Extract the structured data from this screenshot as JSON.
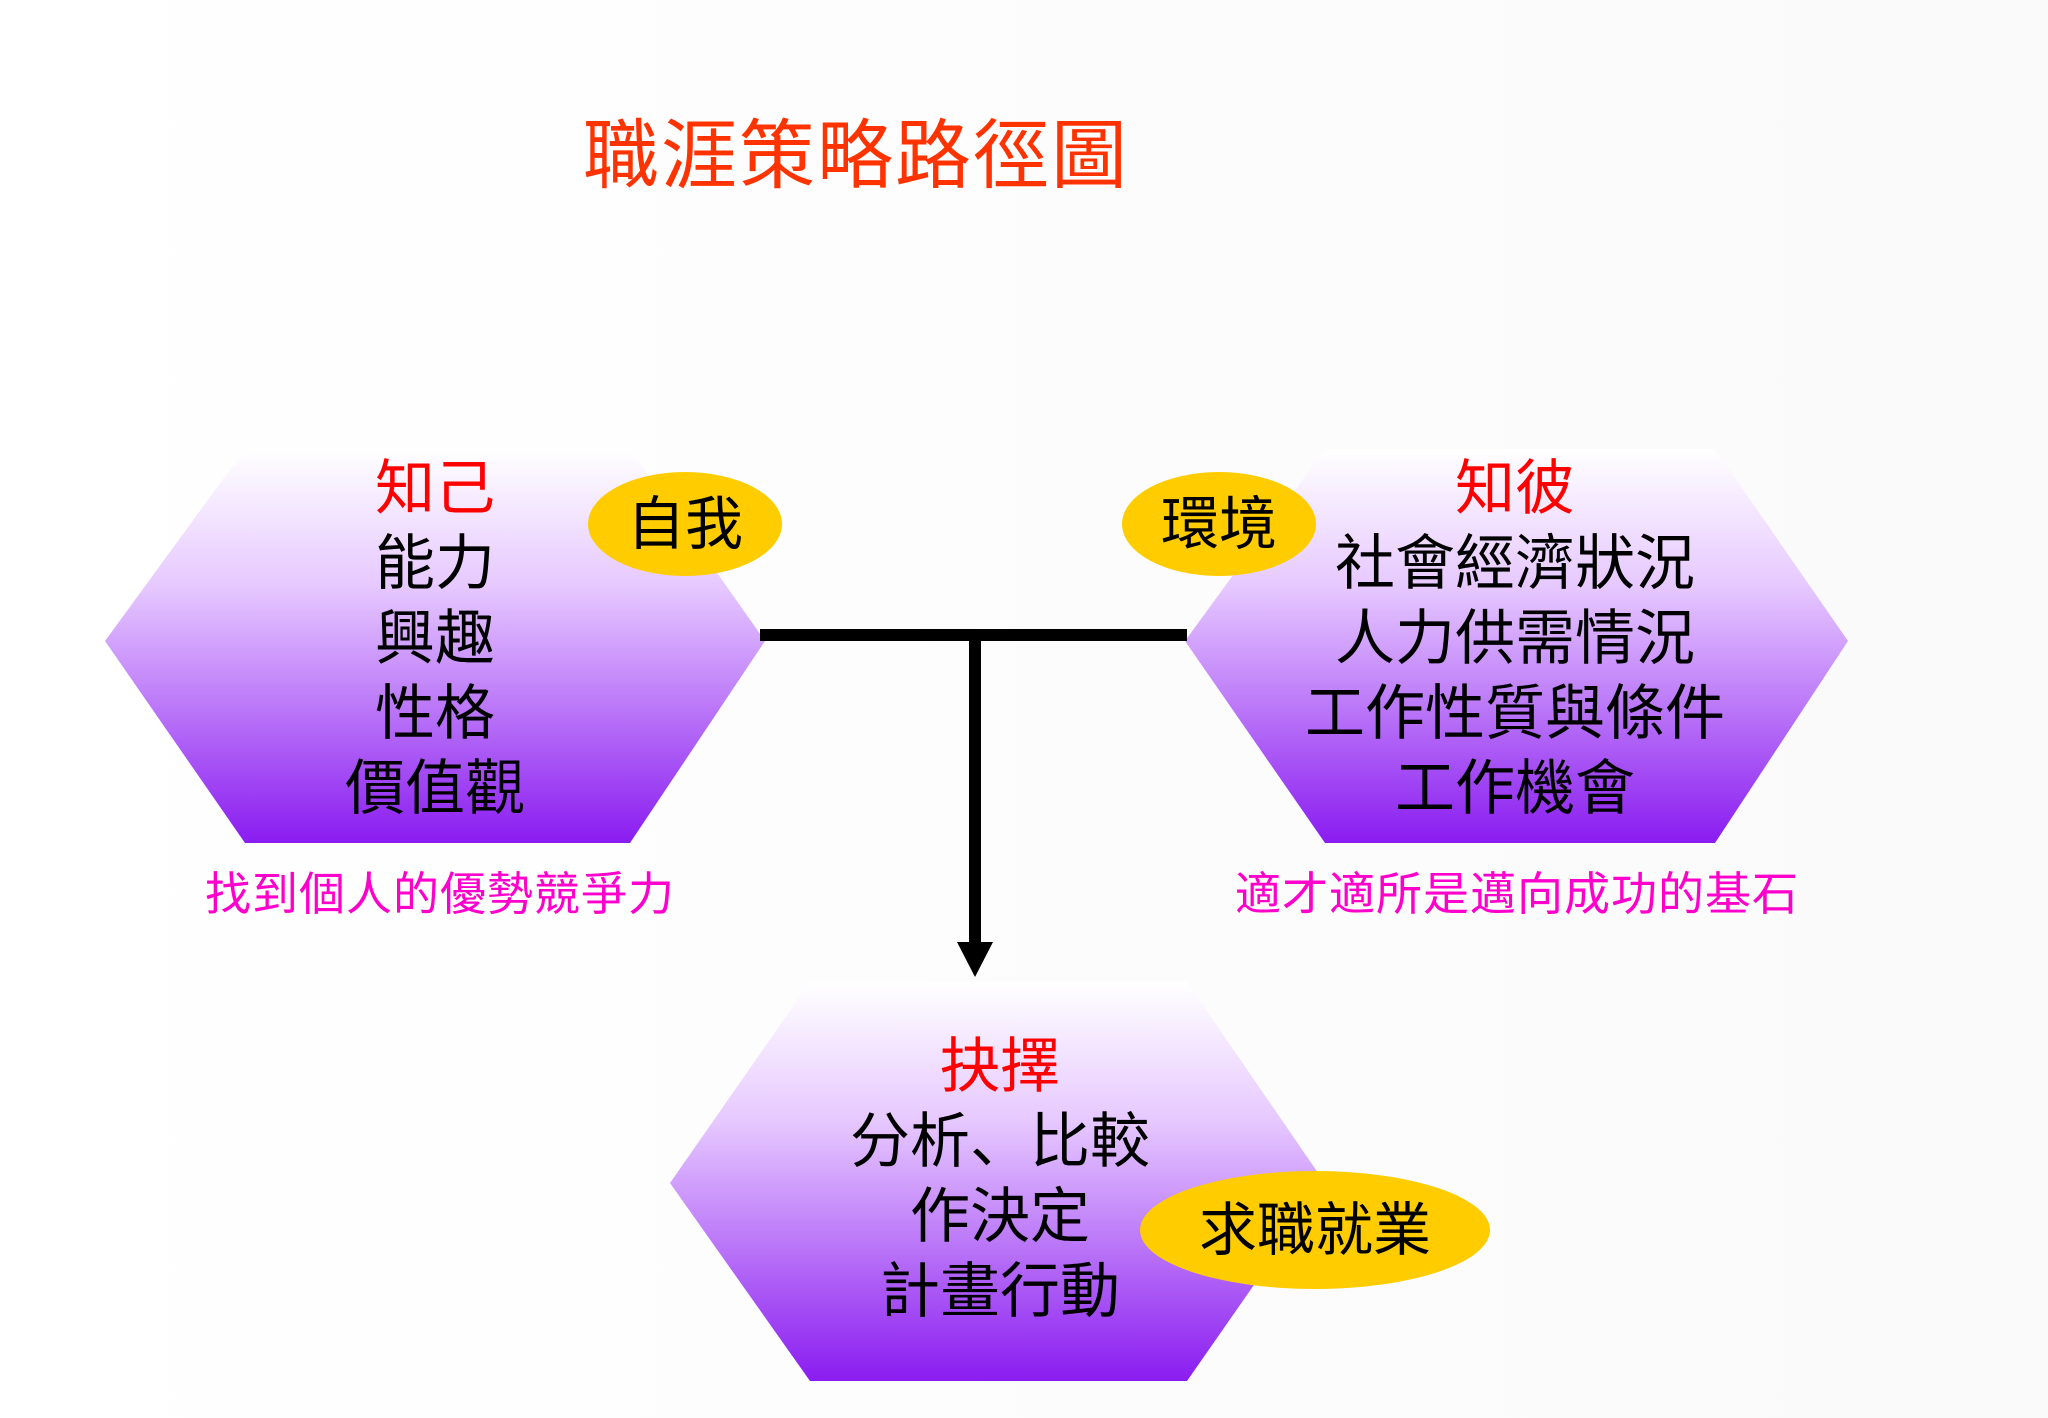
{
  "title": "職涯策略路徑圖",
  "colors": {
    "title": "#ff3300",
    "heading": "#ff0000",
    "caption": "#ff00cc",
    "hexagon_top": "#ffffff",
    "hexagon_bottom": "#8a1cf0",
    "oval": "#ffcc00",
    "connector": "#000000"
  },
  "self_node": {
    "heading": "知己",
    "items": [
      "能力",
      "興趣",
      "性格",
      "價值觀"
    ],
    "tag": "自我",
    "caption": "找到個人的優勢競爭力"
  },
  "environment_node": {
    "heading": "知彼",
    "items": [
      "社會經濟狀況",
      "人力供需情況",
      "工作性質與條件",
      "工作機會"
    ],
    "tag": "環境",
    "caption": "適才適所是邁向成功的基石"
  },
  "choice_node": {
    "heading": "抉擇",
    "items": [
      "分析、比較",
      "作決定",
      "計畫行動"
    ],
    "tag": "求職就業"
  }
}
